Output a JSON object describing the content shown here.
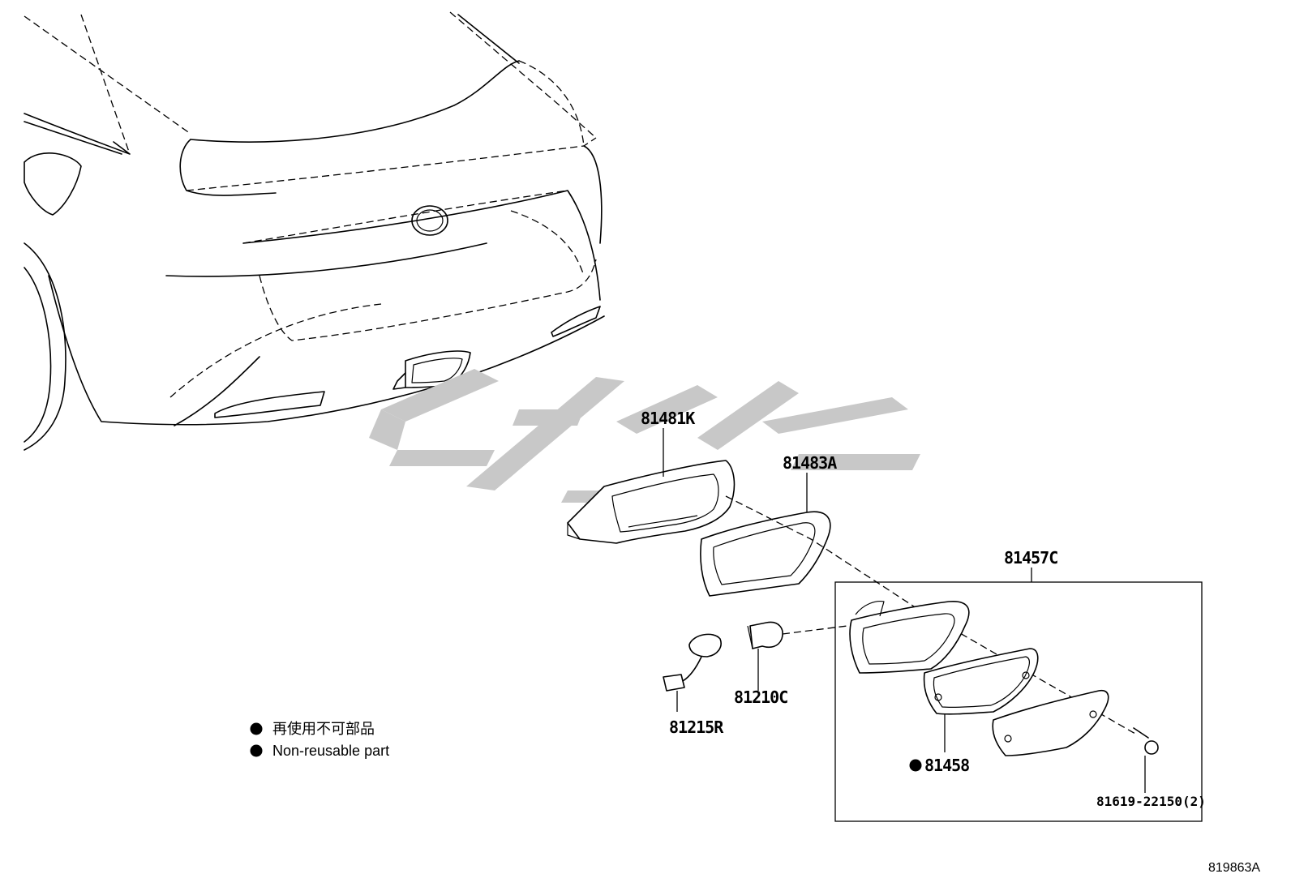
{
  "parts": {
    "bezel": "81481K",
    "gasket": "81483A",
    "lamp_assy": "81457C",
    "socket_wire": "81215R",
    "bulb": "81210C",
    "lens_gasket": "81458",
    "screw": "81619-22150(2)"
  },
  "legend": {
    "japanese": "再使用不可部品",
    "english": "Non-reusable part"
  },
  "diagram_ref": "819863A",
  "colors": {
    "line": "#000000",
    "watermark": "#c8c8c8",
    "background": "#ffffff"
  }
}
